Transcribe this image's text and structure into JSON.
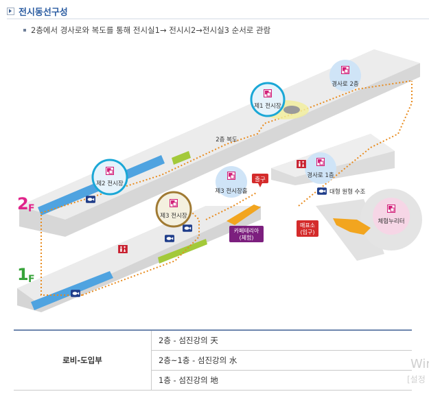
{
  "header": {
    "title": "전시동선구성"
  },
  "description": "2층에서 경사로와 복도를 통해 전시실1→ 전시시2→전시실3 순서로 관람",
  "floors": {
    "second": "2",
    "first": "1",
    "suffix": "F"
  },
  "rooms": {
    "r1": "제1 전시장",
    "r2": "제2 전시장",
    "r3": "제3 전시장",
    "ramp2": "경사로 2층",
    "ramp1": "경사로 1층",
    "hall3": "제3 전시장홀",
    "corr2": "2층 복도",
    "exp": "체험누리터",
    "fish": "대형 원형 수조"
  },
  "tags": {
    "exit": "출구",
    "cafe1": "카페테리아",
    "cafe2": "(체험)",
    "ticket1": "매표소",
    "ticket2": "(입구)"
  },
  "table": {
    "label": "로비-도입부",
    "rows": [
      "2층 - 섬진강의 天",
      "2층~1층 - 섬진강의 水",
      "1층 - 섬진강의 地"
    ]
  },
  "watermark": {
    "line1": "Wir",
    "line2": "[설정"
  },
  "colors": {
    "title": "#2b5ca1",
    "route": "#e88a1c",
    "floor2": "#e0248a",
    "floor1": "#37a33a",
    "water": "#4fa3e0",
    "tag": "#d42b2b",
    "cafe": "#7c1f7e"
  }
}
